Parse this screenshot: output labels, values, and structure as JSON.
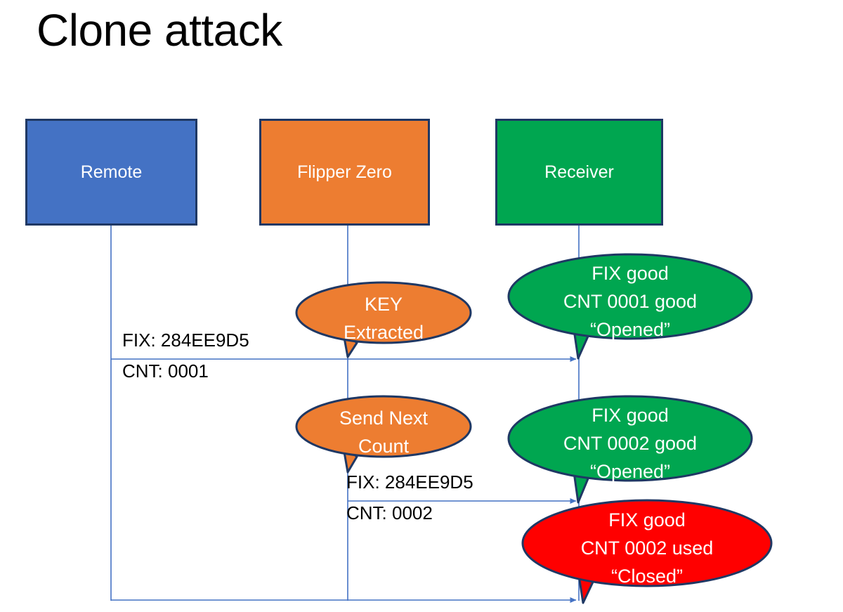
{
  "slide": {
    "title": "Clone attack",
    "background": "#ffffff"
  },
  "colors": {
    "remote_blue": "#4472C4",
    "flipper_orange": "#ED7D31",
    "receiver_green": "#00A650",
    "alert_red": "#FF0000",
    "outline_navy": "#1F3864",
    "line_blue": "#4472C4",
    "text_black": "#000000",
    "text_white": "#FFFFFF"
  },
  "actors": [
    {
      "id": "remote",
      "label": "Remote",
      "color": "#4472C4"
    },
    {
      "id": "flipper",
      "label": "Flipper Zero",
      "color": "#ED7D31"
    },
    {
      "id": "receiver",
      "label": "Receiver",
      "color": "#00A650"
    }
  ],
  "messages": [
    {
      "id": "msg-1",
      "line1": "FIX: 284EE9D5",
      "line2": "CNT: 0001",
      "from": "remote",
      "to": "receiver"
    },
    {
      "id": "msg-2",
      "line1": "FIX: 284EE9D5",
      "line2": "CNT: 0002",
      "from": "flipper",
      "to": "receiver"
    }
  ],
  "callouts": [
    {
      "id": "key-extracted",
      "text": "KEY\nExtracted",
      "color": "#ED7D31",
      "actor": "flipper"
    },
    {
      "id": "receiver-ok-0001",
      "text": "FIX good\nCNT 0001 good\n“Opened”",
      "color": "#00A650",
      "actor": "receiver"
    },
    {
      "id": "send-next-count",
      "text": "Send Next\nCount",
      "color": "#ED7D31",
      "actor": "flipper"
    },
    {
      "id": "receiver-ok-0002",
      "text": "FIX good\nCNT 0002 good\n“Opened”",
      "color": "#00A650",
      "actor": "receiver"
    },
    {
      "id": "receiver-reject-0002",
      "text": "FIX good\nCNT 0002 used\n“Closed”",
      "color": "#FF0000",
      "actor": "receiver"
    }
  ]
}
